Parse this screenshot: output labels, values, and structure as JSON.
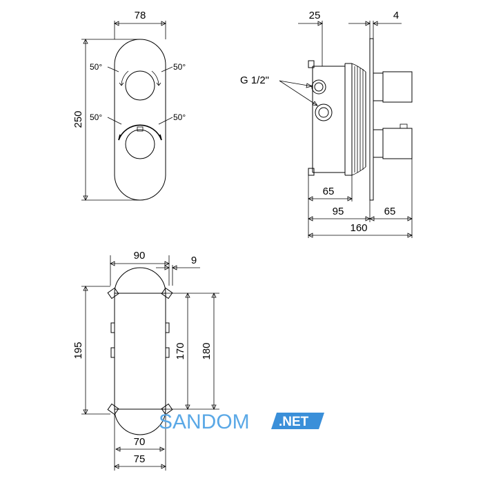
{
  "front_view": {
    "width_label": "78",
    "height_label": "250",
    "angles": [
      "50°",
      "50°",
      "50°",
      "50°"
    ]
  },
  "side_view": {
    "top_labels": [
      "25",
      "4"
    ],
    "thread_label": "G 1/2\"",
    "bottom_labels": [
      "65",
      "95",
      "65",
      "160"
    ]
  },
  "box_view": {
    "top_labels": [
      "90",
      "9"
    ],
    "side_labels": [
      "195",
      "170",
      "180"
    ],
    "bottom_labels": [
      "70",
      "75"
    ]
  },
  "watermark": {
    "brand": "SANDOM",
    "suffix": ".NET",
    "accent_color": "#3a8fd9"
  }
}
